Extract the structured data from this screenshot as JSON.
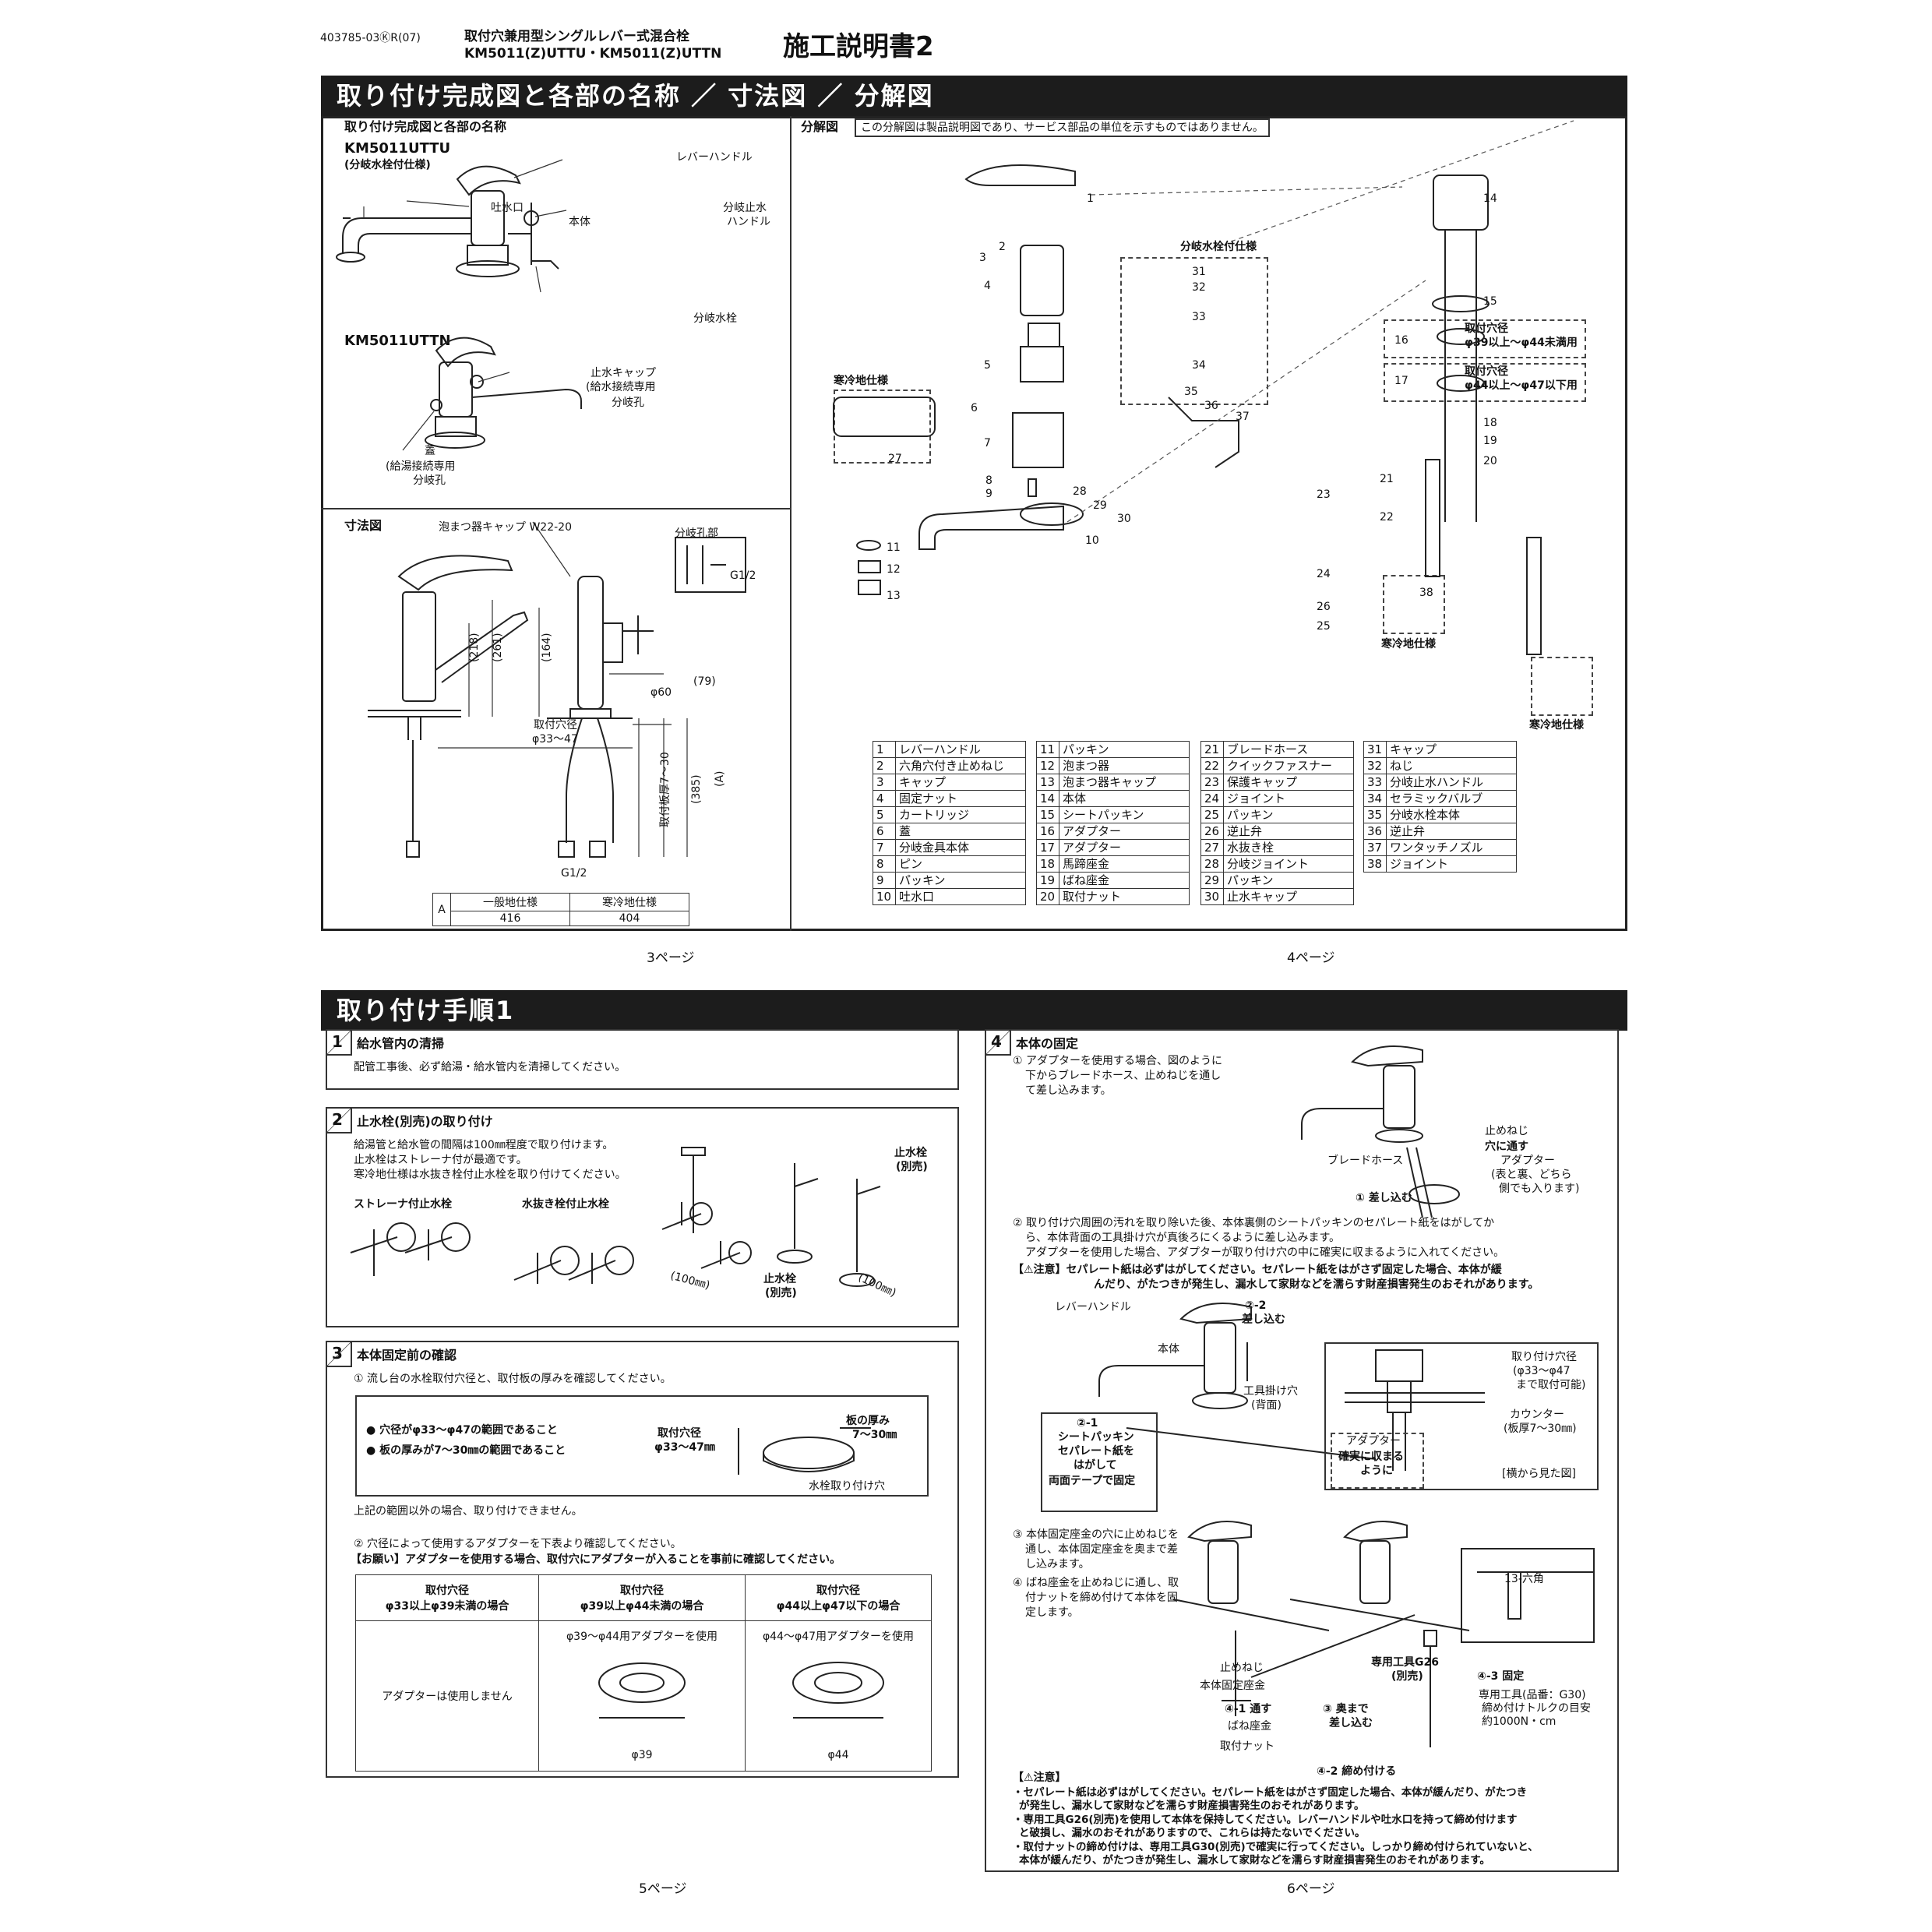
{
  "header": {
    "doc_code": "403785-03ⓀR(07)",
    "model_line1": "取付穴兼用型シングルレバー式混合栓",
    "model_line2": "KM5011(Z)UTTU・KM5011(Z)UTTN",
    "title": "施工説明書2"
  },
  "section1": {
    "title": "取り付け完成図と各部の名称 ／ 寸法図 ／ 分解図",
    "completed": {
      "heading": "取り付け完成図と各部の名称",
      "model_a": "KM5011UTTU",
      "model_a_sub": "(分岐水栓付仕様)",
      "model_b": "KM5011UTTN",
      "labels_a": [
        "レバーハンドル",
        "吐水口",
        "本体",
        "分岐止水",
        "ハンドル",
        "分岐水栓"
      ],
      "labels_b": [
        "止水キャップ",
        "(給水接続専用",
        "分岐孔",
        "蓋",
        "(給湯接続専用",
        "分岐孔"
      ]
    },
    "dimension": {
      "heading": "寸法図",
      "labels": [
        "泡まつ器キャップ W22-20",
        "分岐孔部",
        "G1/2",
        "(218)",
        "(261)",
        "(164)",
        "(79)",
        "φ60",
        "取付穴径",
        "φ33～47",
        "取付板厚7～30",
        "(385)",
        "(A)",
        "G1/2"
      ],
      "table": {
        "head": [
          "",
          "一般地仕様",
          "寒冷地仕様"
        ],
        "row": [
          "A",
          "416",
          "404"
        ]
      }
    },
    "exploded": {
      "heading": "分解図",
      "note": "この分解図は製品説明図であり、サービス部品の単位を示すものではありません。",
      "callouts": [
        "分岐水栓付仕様",
        "寒冷地仕様",
        "取付穴径",
        "φ39以上～φ44未満用",
        "取付穴径",
        "φ44以上～φ47以下用",
        "寒冷地仕様",
        "寒冷地仕様"
      ],
      "parts": [
        [
          "1",
          "レバーハンドル"
        ],
        [
          "2",
          "六角穴付き止めねじ"
        ],
        [
          "3",
          "キャップ"
        ],
        [
          "4",
          "固定ナット"
        ],
        [
          "5",
          "カートリッジ"
        ],
        [
          "6",
          "蓋"
        ],
        [
          "7",
          "分岐金具本体"
        ],
        [
          "8",
          "ピン"
        ],
        [
          "9",
          "パッキン"
        ],
        [
          "10",
          "吐水口"
        ],
        [
          "11",
          "パッキン"
        ],
        [
          "12",
          "泡まつ器"
        ],
        [
          "13",
          "泡まつ器キャップ"
        ],
        [
          "14",
          "本体"
        ],
        [
          "15",
          "シートパッキン"
        ],
        [
          "16",
          "アダプター"
        ],
        [
          "17",
          "アダプター"
        ],
        [
          "18",
          "馬蹄座金"
        ],
        [
          "19",
          "ばね座金"
        ],
        [
          "20",
          "取付ナット"
        ],
        [
          "21",
          "ブレードホース"
        ],
        [
          "22",
          "クイックファスナー"
        ],
        [
          "23",
          "保護キャップ"
        ],
        [
          "24",
          "ジョイント"
        ],
        [
          "25",
          "パッキン"
        ],
        [
          "26",
          "逆止弁"
        ],
        [
          "27",
          "水抜き栓"
        ],
        [
          "28",
          "分岐ジョイント"
        ],
        [
          "29",
          "パッキン"
        ],
        [
          "30",
          "止水キャップ"
        ],
        [
          "31",
          "キャップ"
        ],
        [
          "32",
          "ねじ"
        ],
        [
          "33",
          "分岐止水ハンドル"
        ],
        [
          "34",
          "セラミックバルブ"
        ],
        [
          "35",
          "分岐水栓本体"
        ],
        [
          "36",
          "逆止弁"
        ],
        [
          "37",
          "ワンタッチノズル"
        ],
        [
          "38",
          "ジョイント"
        ]
      ]
    },
    "page_left": "3ページ",
    "page_right": "4ページ"
  },
  "section2": {
    "title": "取り付け手順1",
    "step1": {
      "num": "1",
      "title": "給水管内の清掃",
      "text": "配管工事後、必ず給湯・給水管内を清掃してください。"
    },
    "step2": {
      "num": "2",
      "title": "止水栓(別売)の取り付け",
      "lines": [
        "給湯管と給水管の間隔は100㎜程度で取り付けます。",
        "止水栓はストレーナ付が最適です。",
        "寒冷地仕様は水抜き栓付止水栓を取り付けてください。"
      ],
      "labels": [
        "ストレーナ付止水栓",
        "水抜き栓付止水栓",
        "(100㎜)",
        "止水栓",
        "(別売)",
        "(100㎜)",
        "止水栓",
        "(別売)"
      ]
    },
    "step3": {
      "num": "3",
      "title": "本体固定前の確認",
      "line1": "① 流し台の水栓取付穴径と、取付板の厚みを確認してください。",
      "check1": "● 穴径がφ33～φ47の範囲であること",
      "check2": "● 板の厚みが7～30㎜の範囲であること",
      "fig_labels": [
        "取付穴径",
        "φ33～47㎜",
        "板の厚み",
        "7～30㎜",
        "水栓取り付け穴"
      ],
      "line2": "上記の範囲以外の場合、取り付けできません。",
      "line3": "② 穴径によって使用するアダプターを下表より確認してください。",
      "line4": "【お願い】アダプターを使用する場合、取付穴にアダプターが入ることを事前に確認してください。",
      "table_head": [
        [
          "取付穴径",
          "φ33以上φ39未満の場合"
        ],
        [
          "取付穴径",
          "φ39以上φ44未満の場合"
        ],
        [
          "取付穴径",
          "φ44以上φ47以下の場合"
        ]
      ],
      "table_body": [
        "アダプターは使用しません",
        "φ39～φ44用アダプターを使用",
        "φ44～φ47用アダプターを使用"
      ],
      "dims": [
        "φ39",
        "φ44"
      ]
    },
    "step4": {
      "num": "4",
      "title": "本体の固定",
      "p1": [
        "① アダプターを使用する場合、図のように",
        "下からブレードホース、止めねじを通し",
        "て差し込みます。"
      ],
      "fig1_labels": [
        "止めねじ",
        "穴に通す",
        "アダプター",
        "(表と裏、どちら",
        "側でも入ります)",
        "ブレードホース",
        "① 差し込む"
      ],
      "p2": [
        "② 取り付け穴周囲の汚れを取り除いた後、本体裏側のシートパッキンのセパレート紙をはがしてか",
        "ら、本体背面の工具掛け穴が真後ろにくるように差し込みます。",
        "アダプターを使用した場合、アダプターが取り付け穴の中に確実に収まるように入れてください。"
      ],
      "caution1": [
        "【⚠注意】セパレート紙は必ずはがしてください。セパレート紙をはがさず固定した場合、本体が緩",
        "んだり、がたつきが発生し、漏水して家財などを濡らす財産損害発生のおそれがあります。"
      ],
      "fig2_labels": [
        "レバーハンドル",
        "②-2",
        "差し込む",
        "本体",
        "工具掛け穴",
        "(背面)",
        "②-1",
        "シートパッキン",
        "セパレート紙を",
        "はがして",
        "両面テープで固定"
      ],
      "fig3_labels": [
        "取り付け穴径",
        "(φ33～φ47",
        "まで取付可能)",
        "カウンター",
        "(板厚7～30㎜)",
        "アダプター",
        "確実に収まる",
        "ように",
        "[横から見た図]"
      ],
      "p3": [
        "③ 本体固定座金の穴に止めねじを",
        "通し、本体固定座金を奥まで差",
        "し込みます。"
      ],
      "p4": [
        "④ ばね座金を止めねじに通し、取",
        "付ナットを締め付けて本体を固",
        "定します。"
      ],
      "fig4_labels": [
        "止めねじ",
        "本体固定座金",
        "④-1 通す",
        "ばね座金",
        "取付ナット",
        "③ 奥まで",
        "差し込む",
        "④-2 締め付ける",
        "専用工具G26",
        "(別売)",
        "④-3 固定",
        "13-六角",
        "専用工具(品番：G30)",
        "締め付けトルクの目安",
        "約1000N・cm"
      ],
      "caution2_title": "【⚠注意】",
      "caution2": [
        "・セパレート紙は必ずはがしてください。セパレート紙をはがさず固定した場合、本体が緩んだり、がたつき",
        "が発生し、漏水して家財などを濡らす財産損害発生のおそれがあります。",
        "・専用工具G26(別売)を使用して本体を保持してください。レバーハンドルや吐水口を持って締め付けます",
        "と破損し、漏水のおそれがありますので、これらは持たないでください。",
        "・取付ナットの締め付けは、専用工具G30(別売)で確実に行ってください。しっかり締め付けられていないと、",
        "本体が緩んだり、がたつきが発生し、漏水して家財などを濡らす財産損害発生のおそれがあります。"
      ]
    },
    "page_left": "5ページ",
    "page_right": "6ページ"
  }
}
